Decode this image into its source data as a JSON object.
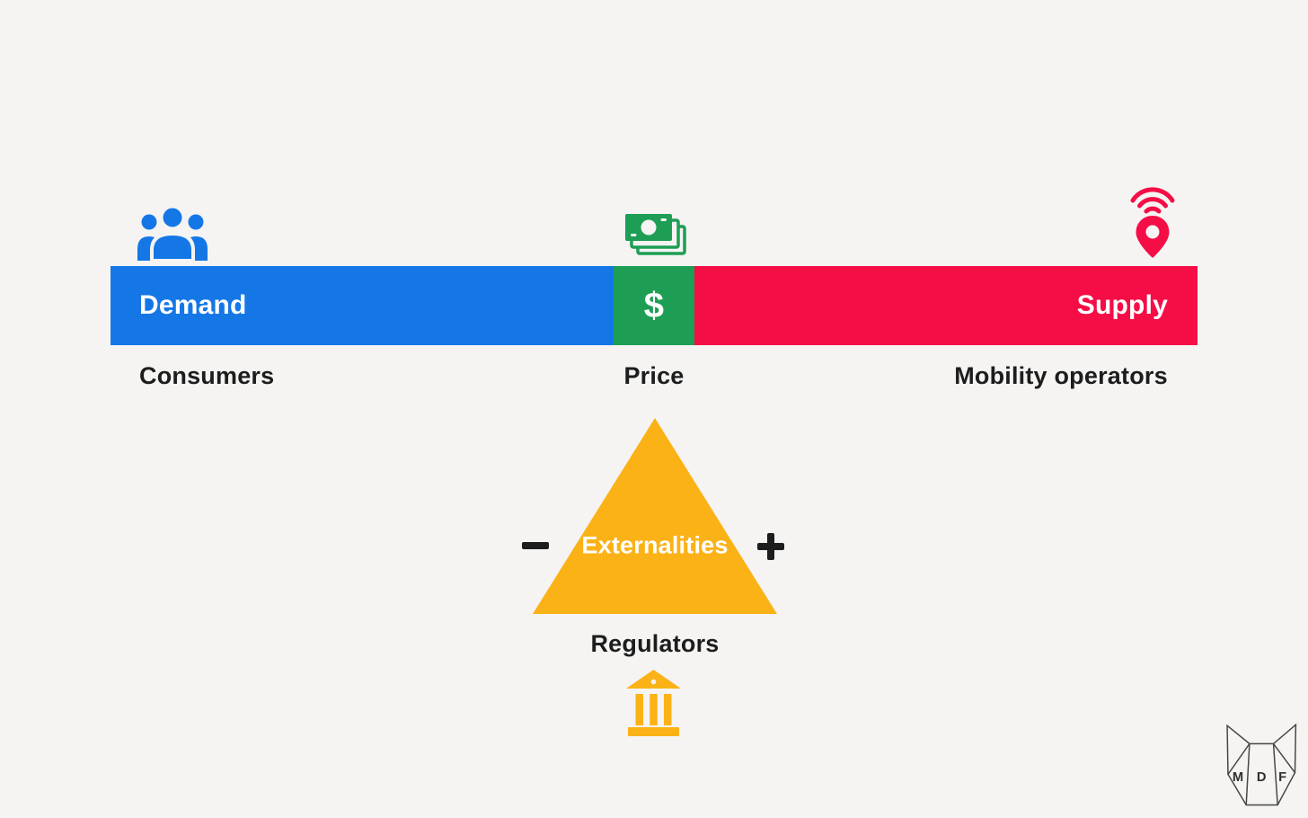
{
  "diagram": {
    "bar": {
      "demand_label": "Demand",
      "price_symbol": "$",
      "supply_label": "Supply"
    },
    "labels": {
      "consumers": "Consumers",
      "price": "Price",
      "mobility_operators": "Mobility operators"
    },
    "triangle": {
      "label": "Externalities",
      "sublabel": "Regulators"
    },
    "icons": {
      "demand": "people-group-icon",
      "price": "banknotes-icon",
      "supply": "location-pin-signal-icon",
      "regulators": "bank-building-icon",
      "negative": "minus-icon",
      "positive": "plus-icon"
    },
    "colors": {
      "demand_blue": "#1577e6",
      "price_green": "#1d9e54",
      "supply_red": "#f50d46",
      "externalities_yellow": "#fbb217",
      "background": "#f5f4f3",
      "text_dark": "#1d1d1d"
    }
  },
  "logo": {
    "letters": [
      "M",
      "D",
      "F"
    ]
  }
}
